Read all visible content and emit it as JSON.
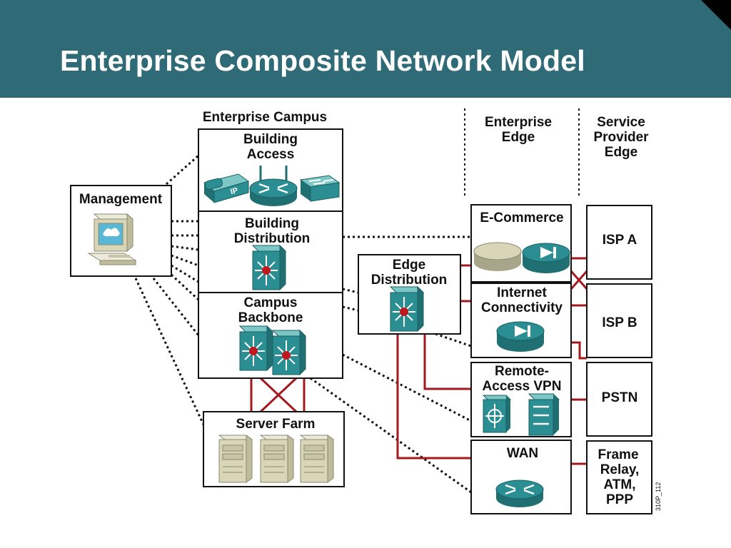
{
  "slide": {
    "title": "Enterprise Composite Network Model"
  },
  "diagram": {
    "section_enterprise_campus": "Enterprise Campus",
    "section_enterprise_edge": [
      "Enterprise",
      "Edge"
    ],
    "section_sp_edge": [
      "Service",
      "Provider",
      "Edge"
    ],
    "management": "Management",
    "building_access": [
      "Building",
      "Access"
    ],
    "building_distribution": [
      "Building",
      "Distribution"
    ],
    "campus_backbone": [
      "Campus",
      "Backbone"
    ],
    "server_farm": "Server Farm",
    "edge_distribution": [
      "Edge",
      "Distribution"
    ],
    "ecommerce": "E-Commerce",
    "internet_connectivity": [
      "Internet",
      "Connectivity"
    ],
    "remote_access_vpn": [
      "Remote-",
      "Access VPN"
    ],
    "wan": "WAN",
    "isp_a": "ISP A",
    "isp_b": "ISP B",
    "pstn": "PSTN",
    "frame_relay": [
      "Frame",
      "Relay,",
      "ATM,",
      "PPP"
    ],
    "figure_code": "310P_112",
    "ip_phone_text": "IP"
  },
  "colors": {
    "header_bg": "#2f6b77",
    "device_teal": "#2b8e92",
    "link_red": "#a3191e",
    "router_node": "#c0181e",
    "server_beige": "#d9d6b8"
  },
  "icons": [
    "ip-phone-icon",
    "router-icon",
    "switch-icon",
    "multilayer-switch-icon",
    "pc-icon",
    "server-icon",
    "firewall-icon",
    "vpn-concentrator-icon",
    "content-engine-icon"
  ]
}
